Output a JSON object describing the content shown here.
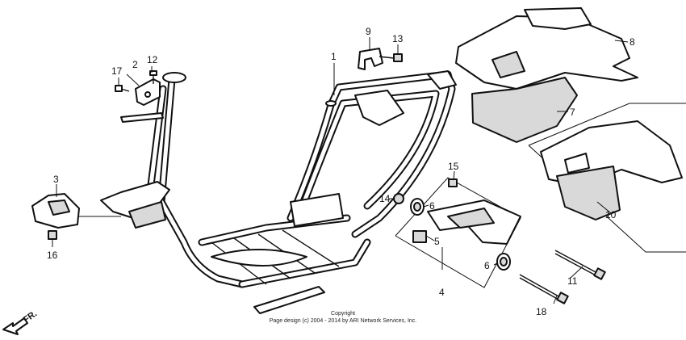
{
  "callouts": {
    "c1": "1",
    "c2": "2",
    "c3": "3",
    "c4": "4",
    "c5": "5",
    "c6a": "6",
    "c6b": "6",
    "c7": "7",
    "c8": "8",
    "c9": "9",
    "c10": "10",
    "c11": "11",
    "c12": "12",
    "c13": "13",
    "c14": "14",
    "c15": "15",
    "c16": "16",
    "c17": "17",
    "c18": "18"
  },
  "direction_label": "FR.",
  "copyright": {
    "line1": "Copyright",
    "line2": "Page design (c) 2004 - 2014 by ARI Network Services, Inc."
  }
}
